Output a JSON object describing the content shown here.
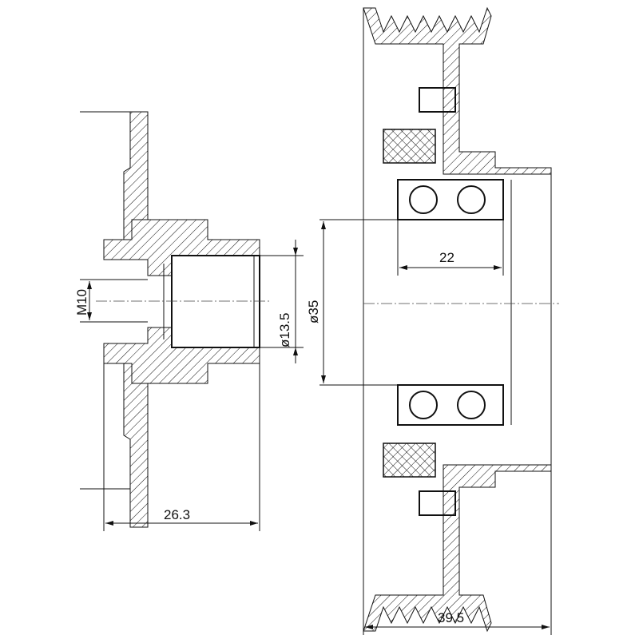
{
  "dimensions": {
    "hub_length": "26.3",
    "hub_bore": "ø13.5",
    "thread": "M10",
    "bore_diameter": "ø35",
    "bearing_width": "22",
    "pulley_width": "39.5"
  }
}
